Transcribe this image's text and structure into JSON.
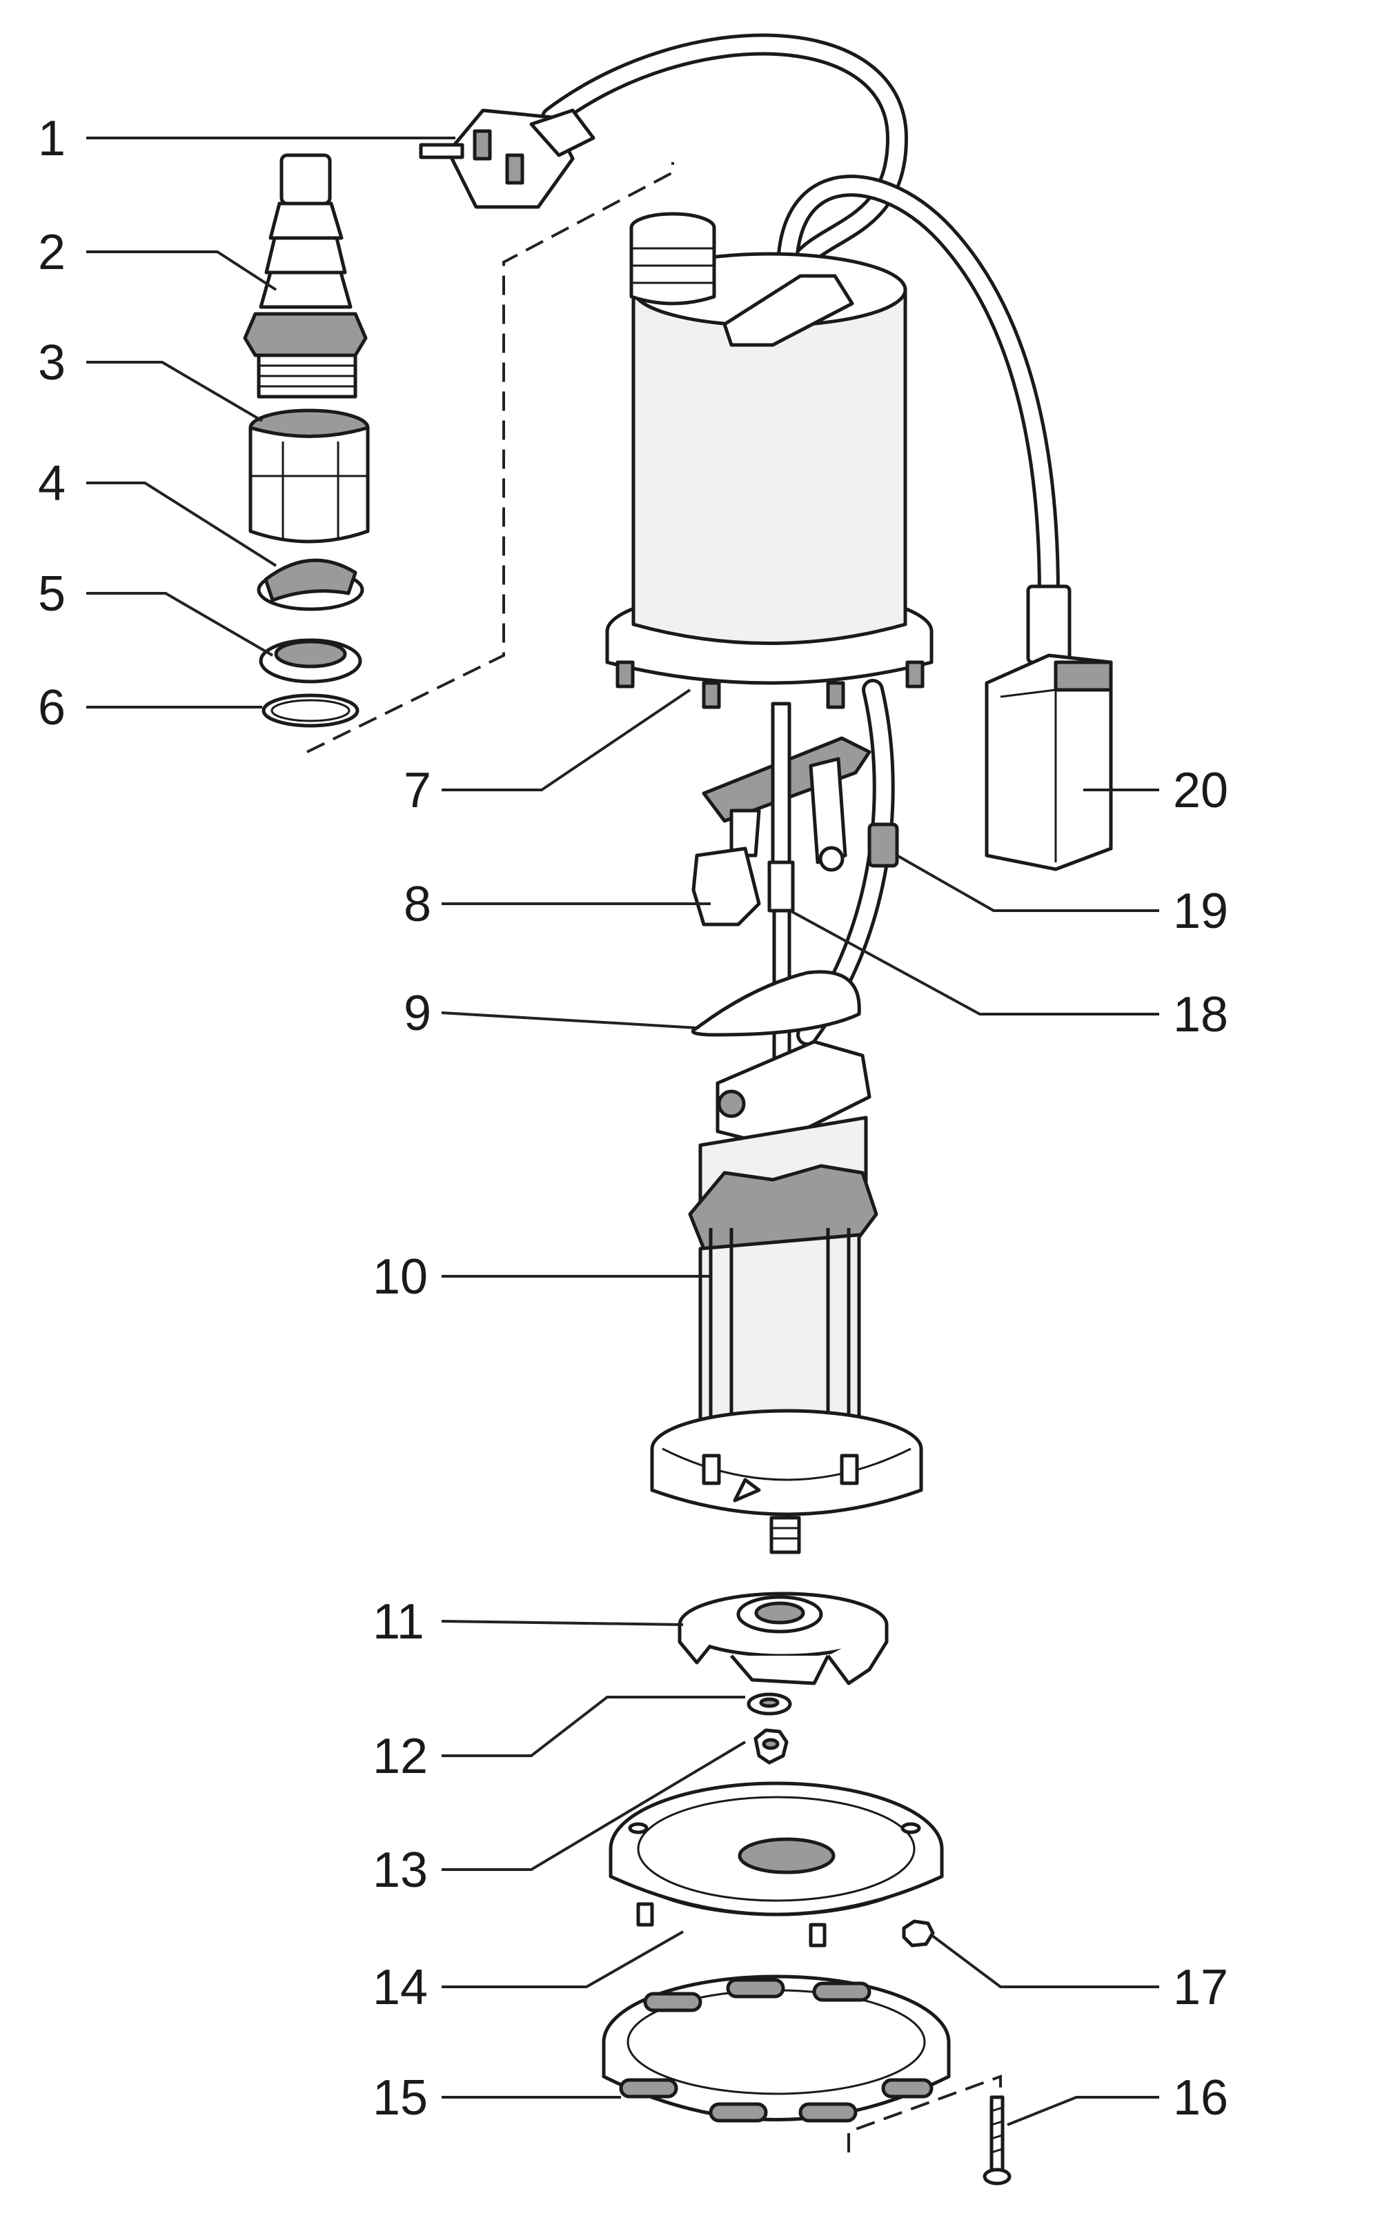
{
  "diagram": {
    "part_numbers": [
      "1",
      "2",
      "3",
      "4",
      "5",
      "6",
      "7",
      "8",
      "9",
      "10",
      "11",
      "12",
      "13",
      "14",
      "15",
      "16",
      "17",
      "18",
      "19",
      "20"
    ]
  }
}
